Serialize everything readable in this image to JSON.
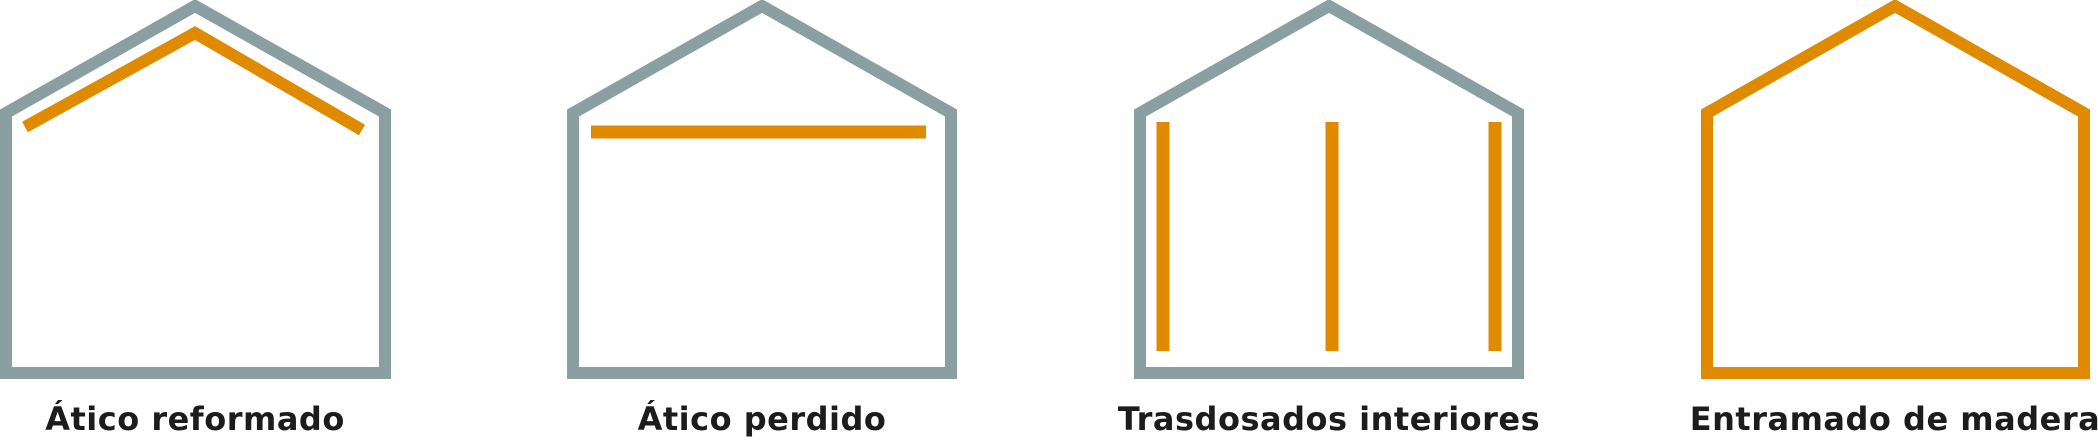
{
  "colors": {
    "house_outline": "#8a9fa1",
    "insulation": "#e08a00",
    "caption_text": "#1c1c1c"
  },
  "panels": [
    {
      "label": "Ático reformado"
    },
    {
      "label": "Ático perdido"
    },
    {
      "label": "Trasdosados interiores"
    },
    {
      "label": "Entramado de madera"
    }
  ]
}
